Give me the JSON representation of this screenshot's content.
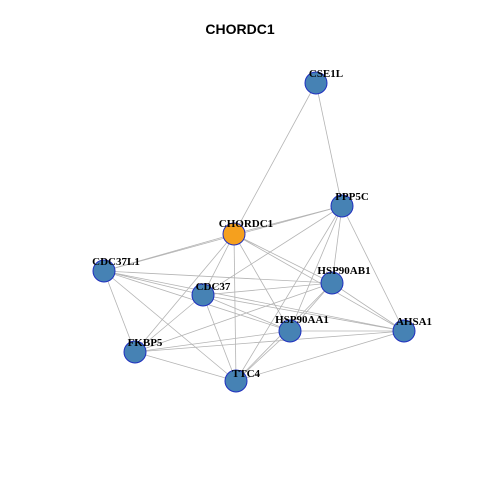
{
  "title": "CHORDC1",
  "colors": {
    "focus_node": "#f5a01e",
    "other_node": "#4682b4",
    "node_border": "#1f2fbf",
    "edge": "#b4b4b4"
  },
  "nodes": [
    {
      "id": "CSE1L",
      "label": "CSE1L",
      "focus": false
    },
    {
      "id": "PPP5C",
      "label": "PPP5C",
      "focus": false
    },
    {
      "id": "CHORDC1",
      "label": "CHORDC1",
      "focus": true
    },
    {
      "id": "CDC37L1",
      "label": "CDC37L1",
      "focus": false
    },
    {
      "id": "HSP90AB1",
      "label": "HSP90AB1",
      "focus": false
    },
    {
      "id": "CDC37",
      "label": "CDC37",
      "focus": false
    },
    {
      "id": "HSP90AA1",
      "label": "HSP90AA1",
      "focus": false
    },
    {
      "id": "AHSA1",
      "label": "AHSA1",
      "focus": false
    },
    {
      "id": "FKBP5",
      "label": "FKBP5",
      "focus": false
    },
    {
      "id": "TTC4",
      "label": "TTC4",
      "focus": false
    }
  ],
  "edges": [
    [
      "CSE1L",
      "PPP5C"
    ],
    [
      "CSE1L",
      "CHORDC1"
    ],
    [
      "PPP5C",
      "CHORDC1"
    ],
    [
      "PPP5C",
      "CDC37L1"
    ],
    [
      "PPP5C",
      "HSP90AB1"
    ],
    [
      "PPP5C",
      "CDC37"
    ],
    [
      "PPP5C",
      "HSP90AA1"
    ],
    [
      "PPP5C",
      "AHSA1"
    ],
    [
      "PPP5C",
      "TTC4"
    ],
    [
      "CHORDC1",
      "CDC37L1"
    ],
    [
      "CHORDC1",
      "HSP90AB1"
    ],
    [
      "CHORDC1",
      "CDC37"
    ],
    [
      "CHORDC1",
      "HSP90AA1"
    ],
    [
      "CHORDC1",
      "FKBP5"
    ],
    [
      "CHORDC1",
      "TTC4"
    ],
    [
      "CHORDC1",
      "AHSA1"
    ],
    [
      "CDC37L1",
      "CDC37"
    ],
    [
      "CDC37L1",
      "HSP90AB1"
    ],
    [
      "CDC37L1",
      "HSP90AA1"
    ],
    [
      "CDC37L1",
      "FKBP5"
    ],
    [
      "CDC37L1",
      "TTC4"
    ],
    [
      "CDC37L1",
      "AHSA1"
    ],
    [
      "HSP90AB1",
      "CDC37"
    ],
    [
      "HSP90AB1",
      "HSP90AA1"
    ],
    [
      "HSP90AB1",
      "AHSA1"
    ],
    [
      "HSP90AB1",
      "FKBP5"
    ],
    [
      "HSP90AB1",
      "TTC4"
    ],
    [
      "CDC37",
      "HSP90AA1"
    ],
    [
      "CDC37",
      "FKBP5"
    ],
    [
      "CDC37",
      "TTC4"
    ],
    [
      "CDC37",
      "AHSA1"
    ],
    [
      "HSP90AA1",
      "AHSA1"
    ],
    [
      "HSP90AA1",
      "FKBP5"
    ],
    [
      "HSP90AA1",
      "TTC4"
    ],
    [
      "AHSA1",
      "FKBP5"
    ],
    [
      "AHSA1",
      "TTC4"
    ],
    [
      "FKBP5",
      "TTC4"
    ]
  ]
}
